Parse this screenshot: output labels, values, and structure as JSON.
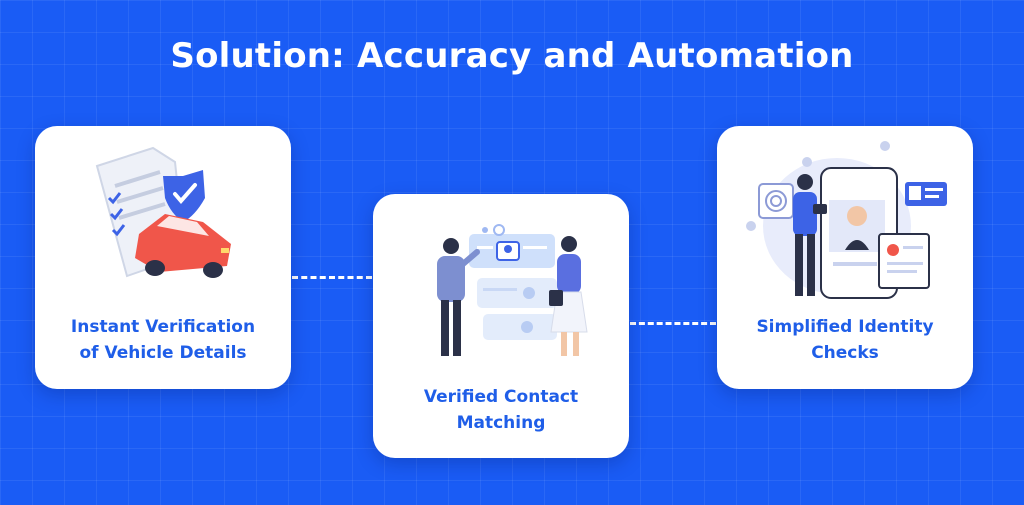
{
  "title": "Solution: Accuracy and Automation",
  "steps": [
    {
      "label": "Instant Verification\nof Vehicle Details",
      "illustration": "vehicle-document-shield-illustration"
    },
    {
      "label": "Verified Contact\nMatching",
      "illustration": "contact-matching-illustration"
    },
    {
      "label": "Simplified Identity\nChecks",
      "illustration": "identity-check-illustration"
    }
  ],
  "colors": {
    "background": "#1a5cf5",
    "card": "#ffffff",
    "label": "#1f5ee8",
    "accent_red": "#f0564a",
    "accent_blue": "#3d63e6"
  }
}
